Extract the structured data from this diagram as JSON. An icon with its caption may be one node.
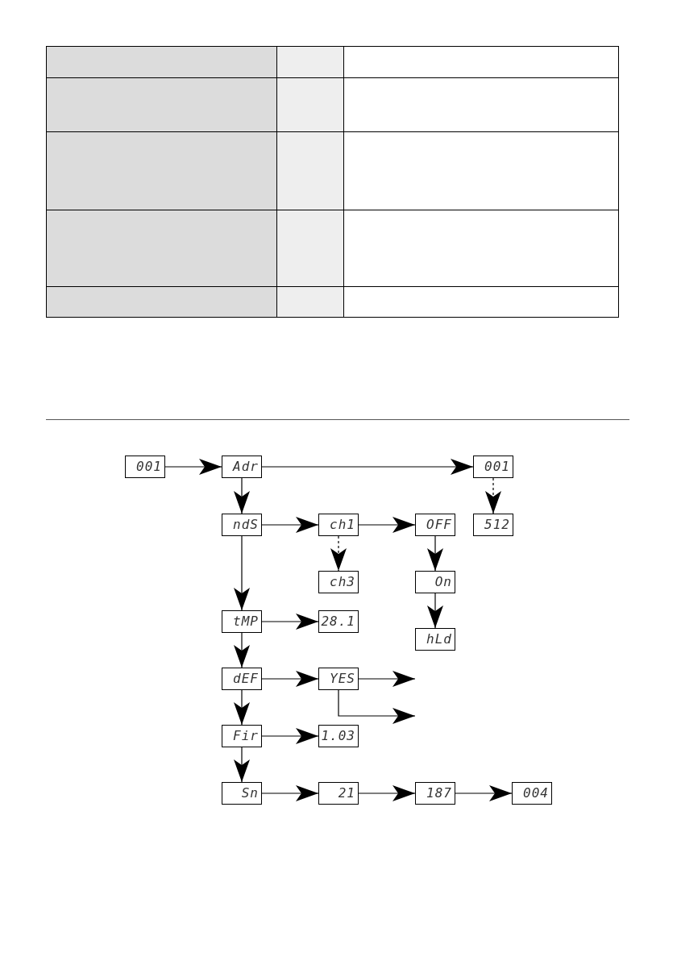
{
  "diagram": {
    "nodes": [
      {
        "text": [
          "001"
        ]
      },
      {
        "text": [
          "Adr"
        ]
      },
      {
        "text": [
          "001"
        ]
      },
      {
        "text": [
          "ndS"
        ]
      },
      {
        "text": [
          "ch1"
        ]
      },
      {
        "text": [
          "OFF"
        ]
      },
      {
        "text": [
          "512"
        ]
      },
      {
        "text": [
          "ch3"
        ]
      },
      {
        "text": [
          "On"
        ]
      },
      {
        "text": [
          "tMP"
        ]
      },
      {
        "text": [
          "28.1"
        ]
      },
      {
        "text": [
          "hLd"
        ]
      },
      {
        "text": [
          "dEF"
        ]
      },
      {
        "text": [
          "YES"
        ]
      },
      {
        "text": [
          "Fir"
        ]
      },
      {
        "text": [
          "1.03"
        ]
      },
      {
        "text": [
          "Sn"
        ]
      },
      {
        "text": [
          "21"
        ]
      },
      {
        "text": [
          "187"
        ]
      },
      {
        "text": [
          "004"
        ]
      }
    ],
    "edges": [
      {
        "from": 0,
        "to": 1,
        "arrow": "to"
      },
      {
        "from": 1,
        "to": 2,
        "arrow": "to"
      },
      {
        "from": 2,
        "to": 6,
        "arrow": "to",
        "style": "dashed"
      },
      {
        "from": 1,
        "to": 3,
        "arrow": "to"
      },
      {
        "from": 3,
        "to": 4,
        "arrow": "to"
      },
      {
        "from": 4,
        "to": 5,
        "arrow": "to"
      },
      {
        "from": 4,
        "to": 7,
        "arrow": "to",
        "style": "dashed"
      },
      {
        "from": 5,
        "to": 8,
        "arrow": "to"
      },
      {
        "from": 8,
        "to": 11,
        "arrow": "to"
      },
      {
        "from": 3,
        "to": 9,
        "arrow": "to"
      },
      {
        "from": 9,
        "to": 10,
        "arrow": "to"
      },
      {
        "from": 9,
        "to": 12,
        "arrow": "to"
      },
      {
        "from": 12,
        "to": 13,
        "arrow": "to"
      },
      {
        "from": 13,
        "to": null,
        "arrow": "to"
      },
      {
        "from": 13,
        "to": null,
        "arrow": "to"
      },
      {
        "from": 12,
        "to": 14,
        "arrow": "to"
      },
      {
        "from": 14,
        "to": 15,
        "arrow": "to"
      },
      {
        "from": 14,
        "to": 16,
        "arrow": "to"
      },
      {
        "from": 16,
        "to": 17,
        "arrow": "to"
      },
      {
        "from": 17,
        "to": 18,
        "arrow": "to"
      },
      {
        "from": 18,
        "to": 19,
        "arrow": "to"
      }
    ]
  }
}
